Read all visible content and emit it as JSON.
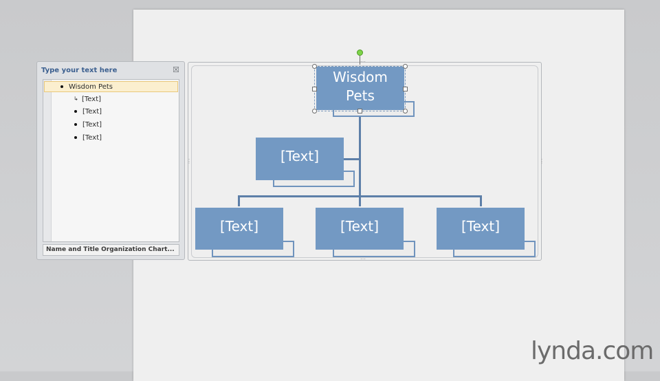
{
  "text_pane": {
    "title": "Type your text here",
    "close_glyph": "☒",
    "items": [
      {
        "label": "Wisdom Pets",
        "level": 1
      },
      {
        "label": "[Text]",
        "level": 2
      },
      {
        "label": "[Text]",
        "level": 2
      },
      {
        "label": "[Text]",
        "level": 2
      },
      {
        "label": "[Text]",
        "level": 2
      }
    ],
    "footer": "Name and Title Organization Chart..."
  },
  "org_chart": {
    "top_box": "Wisdom\nPets",
    "assistant_box": "[Text]",
    "child_boxes": [
      "[Text]",
      "[Text]",
      "[Text]"
    ]
  },
  "colors": {
    "box_fill": "#7399c3",
    "connector": "#5d7fa8",
    "rotate_handle": "#7ed44a"
  },
  "watermark": "lynda.com"
}
